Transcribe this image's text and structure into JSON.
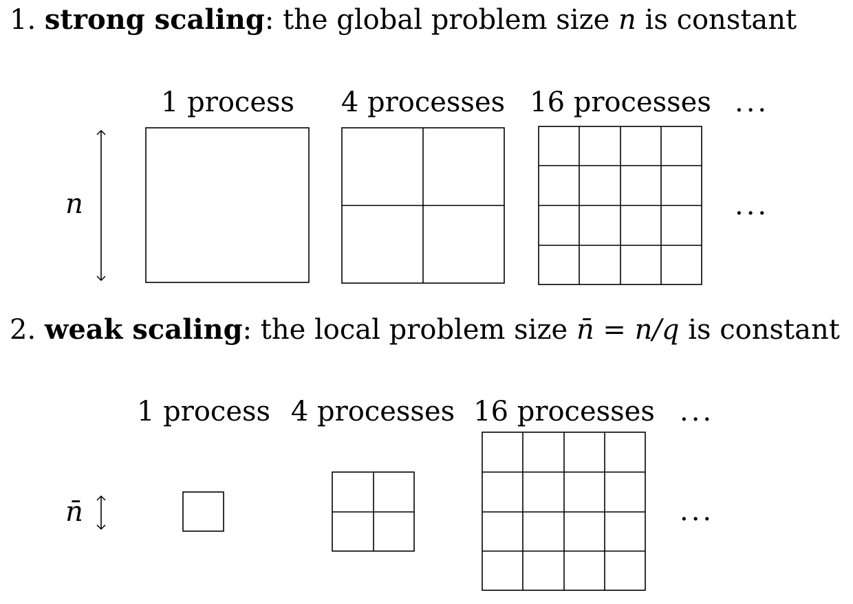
{
  "sections": [
    {
      "number": "1.",
      "term": "strong scaling",
      "colon": ":",
      "description": "the global problem size",
      "variable": "n",
      "ending": "is constant",
      "labels": [
        "1 process",
        "4 processes",
        "16 processes"
      ],
      "ellipsis": "...",
      "dimension_label": "n",
      "grid_divisions": [
        1,
        2,
        4
      ]
    },
    {
      "number": "2.",
      "term": "weak scaling",
      "colon": ":",
      "description": "the local problem size",
      "variable_expression": "n̄ = n/q",
      "ending": "is constant",
      "labels": [
        "1 process",
        "4 processes",
        "16 processes"
      ],
      "ellipsis": "...",
      "dimension_label": "n̄",
      "grid_divisions": [
        1,
        2,
        4
      ]
    }
  ]
}
